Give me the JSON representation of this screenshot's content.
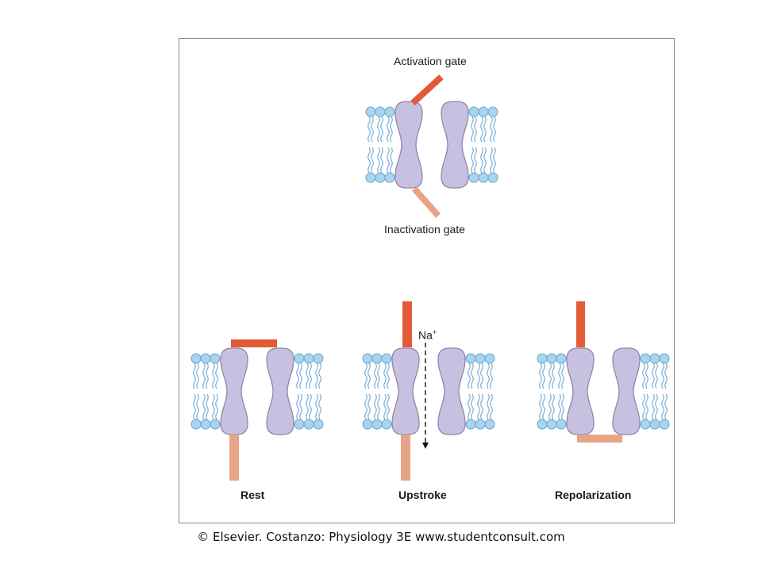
{
  "diagram": {
    "labels": {
      "activation_gate": "Activation gate",
      "inactivation_gate": "Inactivation gate",
      "ion": "Na",
      "ion_charge": "+"
    },
    "states": [
      {
        "id": "rest",
        "label": "Rest"
      },
      {
        "id": "upstroke",
        "label": "Upstroke"
      },
      {
        "id": "repolarization",
        "label": "Repolarization"
      }
    ],
    "colors": {
      "protein": "#c8c0e0",
      "protein_stroke": "#8e88aa",
      "lipid_head": "#a8d4ef",
      "lipid_head_stroke": "#6aa6cc",
      "lipid_tail": "#6ba6d6",
      "activation_gate": "#e35a37",
      "inactivation_gate": "#e8a487"
    }
  },
  "footer": {
    "credit": "© Elsevier. Costanzo: Physiology 3E www.studentconsult.com"
  }
}
